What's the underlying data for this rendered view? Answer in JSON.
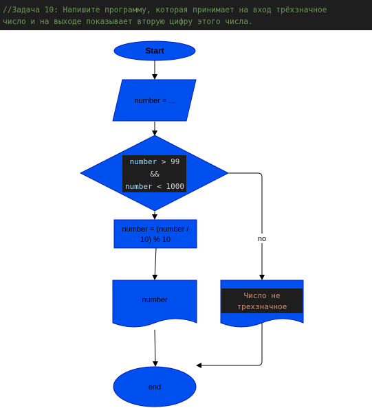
{
  "header": {
    "comment_line1": "//Задача 10: Напишите программу, которая принимает на вход трёхзначное",
    "comment_line2": "число и на выходе показывает вторую цифру этого числа."
  },
  "flowchart": {
    "start_label": "Start",
    "input_label": "number = ...",
    "decision": {
      "line1_var": "number",
      "line1_rest": " > 99",
      "line2": "&&",
      "line3_var": "number",
      "line3_rest": " < 1000"
    },
    "process_line1": "number = (number /",
    "process_line2": "10) % 10",
    "output_label": "number",
    "no_label": "no",
    "message_line1": "Число не",
    "message_line2": "трехзначное",
    "end_label": "end"
  },
  "colors": {
    "shape_fill": "#0050ef",
    "shape_stroke": "#001dbc",
    "code_bg": "#1e1e1e",
    "comment_text": "#6a9955",
    "keyword_var": "#9cdcfe",
    "number_literal": "#b5cea8",
    "string_literal": "#ce9178"
  }
}
